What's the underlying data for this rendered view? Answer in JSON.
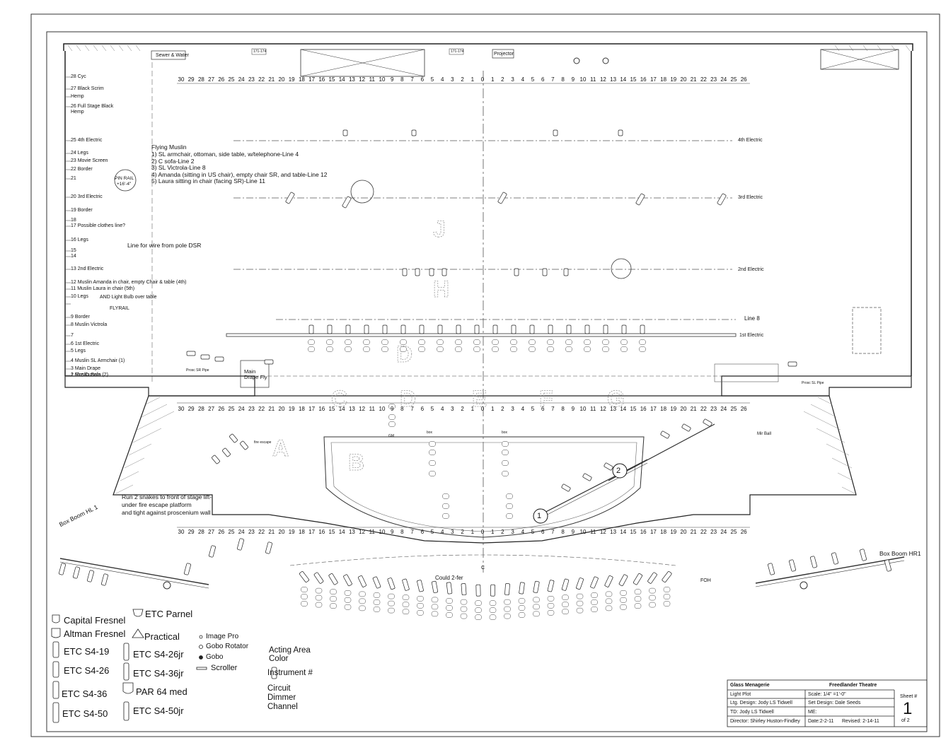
{
  "top_labels": {
    "sewer": "Sewer & Water",
    "projector": "Projector",
    "small_a": "171-174",
    "small_b": "171-174",
    "c_center": "C"
  },
  "rail_notes": {
    "pin_rail": "PIN RAIL",
    "pin_rail_height": "+16'-4\"",
    "flyrail": "FLYRAIL",
    "wire_line": "Line for wire from pole DSR"
  },
  "linesets": [
    "28 Cyc",
    "27 Black Scrim",
    "Hemp",
    "26 Full Stage Black",
    "Hemp",
    "25 4th Electric",
    "24 Legs",
    "23 Movie Screen",
    "22 Border",
    "21",
    "20 3rd Electric",
    "19 Border",
    "18",
    "17 Possible clothes line?",
    "16 Legs",
    "15",
    "14",
    "13 2nd Electric",
    "12 Muslin Amanda in chair, empty Chair & table (4th)",
    "11 Muslin Laura in chair (5th)",
    "10 Legs",
    "AND Light Bulb over table",
    "9 Border",
    "8 Muslin Victrola",
    "7",
    "6 1st Electric",
    "5 Legs",
    "4 Muslin SL Armchair (1)",
    "3 Main Drape",
    "2 Muslin Sofa (2)",
    "1 Fire Curtain"
  ],
  "flying_muslin": {
    "title": "Flying Muslin",
    "lines": [
      "1) SL armchair, ottoman, side table, w/telephone-Line 4",
      "2) C sofa-Line 2",
      "3) SL Victrola-Line 8",
      "4) Amanda (sitting in US chair), empty chair SR, and table-Line 12",
      "5) Laura sitting in chair (facing SR)-Line 11"
    ]
  },
  "electrics": {
    "e4": "4th Electric",
    "e3": "3rd Electric",
    "e2": "2nd Electric",
    "line8": "Line 8",
    "e1": "1st Electric"
  },
  "ruler_numbers": [
    "30",
    "29",
    "28",
    "27",
    "26",
    "25",
    "24",
    "23",
    "22",
    "21",
    "20",
    "19",
    "18",
    "17",
    "16",
    "15",
    "14",
    "13",
    "12",
    "11",
    "10",
    "9",
    "8",
    "7",
    "6",
    "5",
    "4",
    "3",
    "2",
    "1",
    "0",
    "1",
    "2",
    "3",
    "4",
    "5",
    "6",
    "7",
    "8",
    "9",
    "10",
    "11",
    "12",
    "13",
    "14",
    "15",
    "16",
    "17",
    "18",
    "19",
    "20",
    "21",
    "22",
    "23",
    "24",
    "25",
    "26"
  ],
  "area_letters": [
    "A",
    "B",
    "C",
    "D",
    "E",
    "F",
    "G",
    "H",
    "J",
    "D"
  ],
  "stage_notes": {
    "main_drape_fly": "Main Drape Fly",
    "fire_escape": "fire escape",
    "box_l": "box",
    "box_r": "box",
    "gm": "GM",
    "prosc_sr": "Prosc SR Pipe",
    "prosc_sl": "Prosc SL Pipe",
    "mir_ball": "Mir Ball",
    "foh": "FOH",
    "snakes": "Run 2 snakes to front of stage lift-",
    "snakes2": "under fire escape platform",
    "snakes3": "and tight against proscenium wall",
    "could_2fer": "Could 2-fer",
    "box_boom_hl": "Box Boom HL 1",
    "box_boom_hr": "Box Boom HR1",
    "marker_1": "1",
    "marker_2": "2"
  },
  "legend": {
    "capital_fresnel": "Capital Fresnel",
    "altman_fresnel": "Altman Fresnel",
    "s4_19": "ETC S4-19",
    "s4_26": "ETC S4-26",
    "s4_36": "ETC S4-36",
    "s4_50": "ETC S4-50",
    "etc_parnel": "ETC Parnel",
    "practical": "Practical",
    "s4_26jr": "ETC S4-26jr",
    "s4_36jr": "ETC S4-36jr",
    "par64": "PAR 64 med",
    "s4_50jr": "ETC S4-50jr",
    "image_pro": "Image Pro",
    "gobo_rotator": "Gobo Rotator",
    "gobo": "Gobo",
    "scroller": "Scroller",
    "acting_area": "Acting Area",
    "color": "Color",
    "instrument": "Instrument #",
    "circuit": "Circuit",
    "dimmer": "Dimmer",
    "channel": "Channel"
  },
  "title_block": {
    "show": "Glass Menagerie",
    "venue": "Freedlander Theatre",
    "plot": "Light Plot",
    "scale": "Scale:  1/4\" =1'-0\"",
    "sheet_label": "Sheet #",
    "ltg": "Ltg. Design: Jody LS Tidwell",
    "set": "Set Design: Dale Seeds",
    "td": "TD: Jody LS Tidwell",
    "me": "ME:",
    "director": "Director: Shirley Huston-Findley",
    "date": "Date:2-2-11",
    "revised": "Revised:  2-14-11",
    "sheet_no": "1",
    "of": "of  2"
  }
}
